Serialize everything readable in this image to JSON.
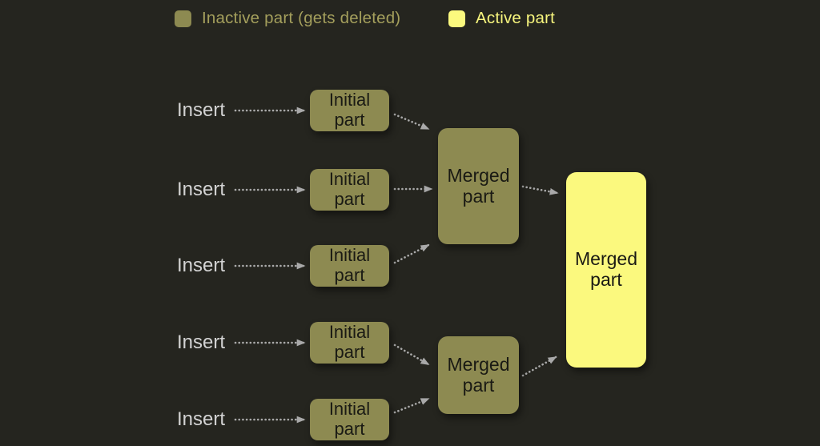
{
  "legend": {
    "inactive": {
      "label": "Inactive part (gets deleted)",
      "color": "#8d8a51"
    },
    "active": {
      "label": "Active part",
      "color": "#fbf97e"
    }
  },
  "colors": {
    "background": "#25251f",
    "inactive_box": "#8d8a51",
    "active_box": "#fbf97e",
    "box_text": "#1a1a14",
    "insert_text": "#d3d3d3",
    "arrow": "#aaaaaa",
    "legend_inactive_text": "#a49f5c",
    "legend_active_text": "#f7f57d"
  },
  "rows": [
    {
      "insert_label": "Insert",
      "box_label": "Initial part"
    },
    {
      "insert_label": "Insert",
      "box_label": "Initial part"
    },
    {
      "insert_label": "Insert",
      "box_label": "Initial part"
    },
    {
      "insert_label": "Insert",
      "box_label": "Initial part"
    },
    {
      "insert_label": "Insert",
      "box_label": "Initial part"
    }
  ],
  "merged": {
    "level1_top_label": "Merged part",
    "level1_bottom_label": "Merged part",
    "final_label": "Merged part"
  }
}
